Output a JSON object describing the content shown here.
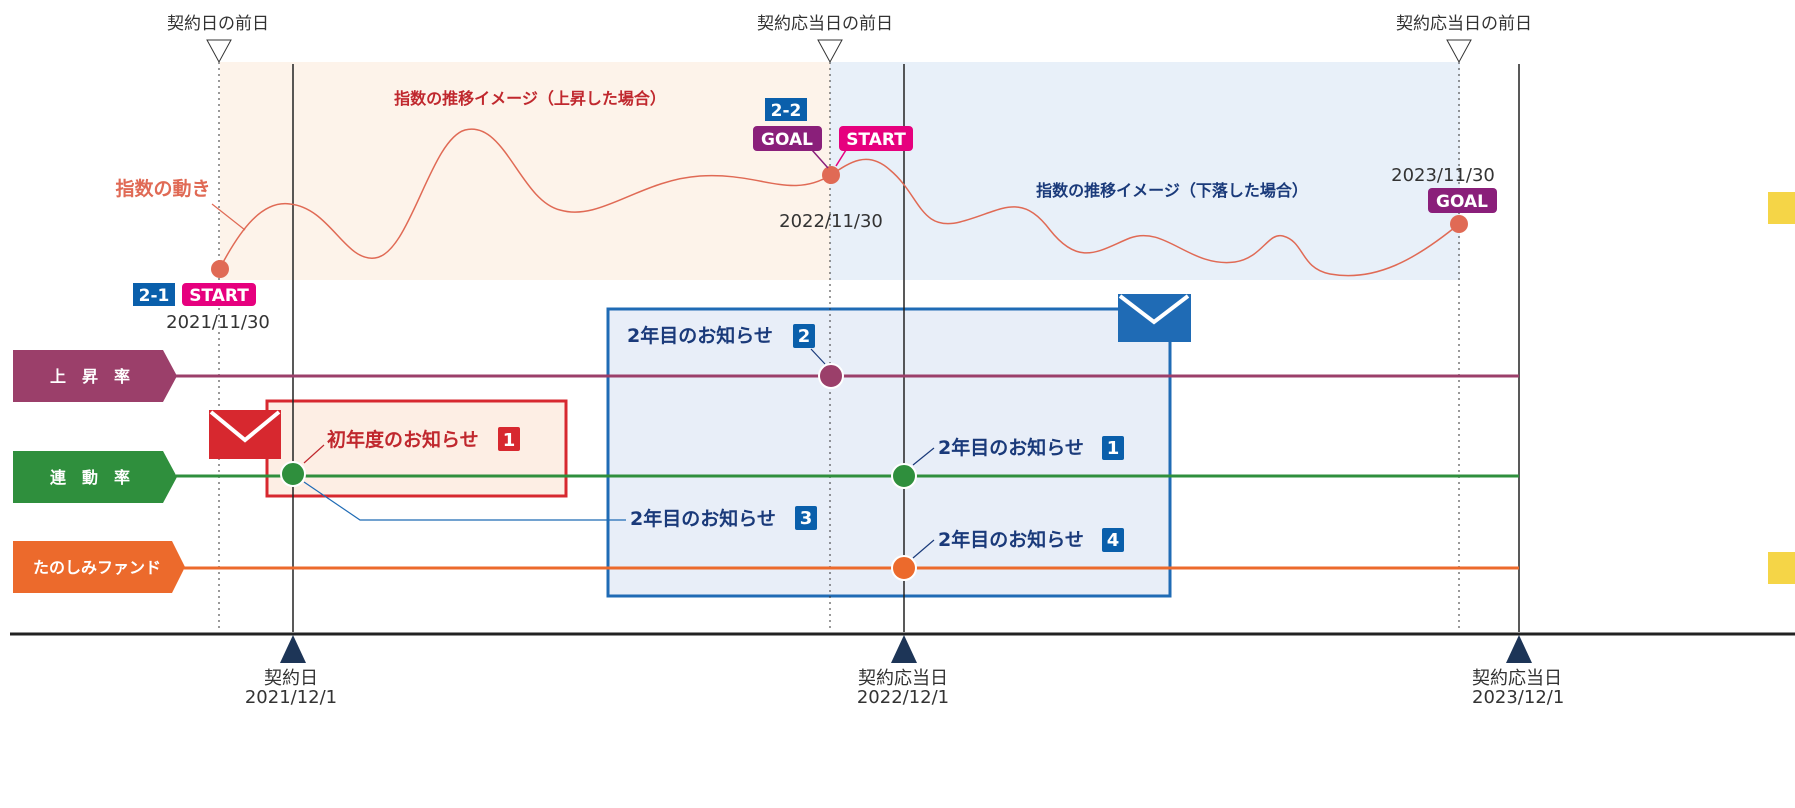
{
  "top_markers": [
    {
      "label": "契約日の前日"
    },
    {
      "label": "契約応当日の前日"
    },
    {
      "label": "契約応当日の前日"
    }
  ],
  "bottom_markers": [
    {
      "label": "契約日",
      "date": "2021/12/1"
    },
    {
      "label": "契約応当日",
      "date": "2022/12/1"
    },
    {
      "label": "契約応当日",
      "date": "2023/12/1"
    }
  ],
  "bands": {
    "rise_label": "指数の推移イメージ（上昇した場合）",
    "fall_label": "指数の推移イメージ（下落した場合）",
    "rise_color": "#fdf3ea",
    "fall_color": "#e8f0f9"
  },
  "index_label": "指数の動き",
  "points": {
    "p1": {
      "badge": "2-1",
      "tag": "START",
      "date": "2021/11/30"
    },
    "p2": {
      "badge": "2-2",
      "goal": "GOAL",
      "tag": "START",
      "date": "2022/11/30"
    },
    "p3": {
      "goal": "GOAL",
      "date": "2023/11/30"
    }
  },
  "rows": [
    {
      "label": "上　昇　率",
      "color": "#9b3f6a"
    },
    {
      "label": "連　動　率",
      "color": "#2f8f3d"
    },
    {
      "label": "たのしみファンド",
      "color": "#ec6a2c"
    }
  ],
  "notices": {
    "first_year": {
      "text": "初年度のお知らせ",
      "num": "1"
    },
    "second_1": {
      "text": "2年目のお知らせ",
      "num": "1"
    },
    "second_2": {
      "text": "2年目のお知らせ",
      "num": "2"
    },
    "second_3": {
      "text": "2年目のお知らせ",
      "num": "3"
    },
    "second_4": {
      "text": "2年目のお知らせ",
      "num": "4"
    }
  },
  "colors": {
    "index_line": "#e06a55",
    "badge_blue": "#0a5fab",
    "tag_pink": "#e6007e",
    "goal_purple": "#8a1f7a",
    "red_box": "#d7282f",
    "blue_box": "#1f6bb5",
    "text_red": "#c0282e",
    "text_navy": "#1a3a7a"
  },
  "icons": {
    "envelope_red": "envelope-icon",
    "envelope_blue": "envelope-icon"
  }
}
